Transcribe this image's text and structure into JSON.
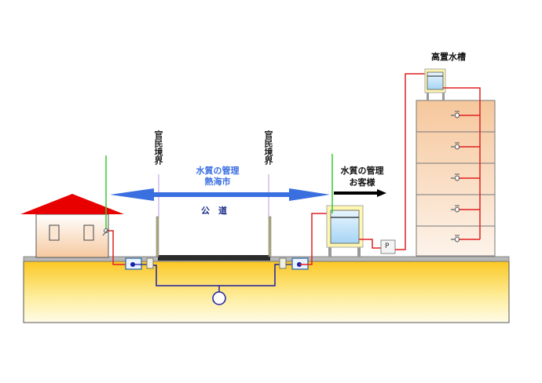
{
  "labels": {
    "boundary_left": "官民境界",
    "boundary_right": "官民境界",
    "city_title": "水質の管理",
    "city_name": "熱海市",
    "road": "公　道",
    "customer_title": "水質の管理",
    "customer_name": "お客様",
    "elevated_tank": "高置水槽",
    "pump": "P"
  },
  "colors": {
    "city_arrow": "#3a6fe0",
    "customer_arrow": "#000000",
    "supply_pipe": "#e02020",
    "main_pipe": "#2020a0",
    "roof": "#e80000",
    "ground": "#fcc824"
  }
}
